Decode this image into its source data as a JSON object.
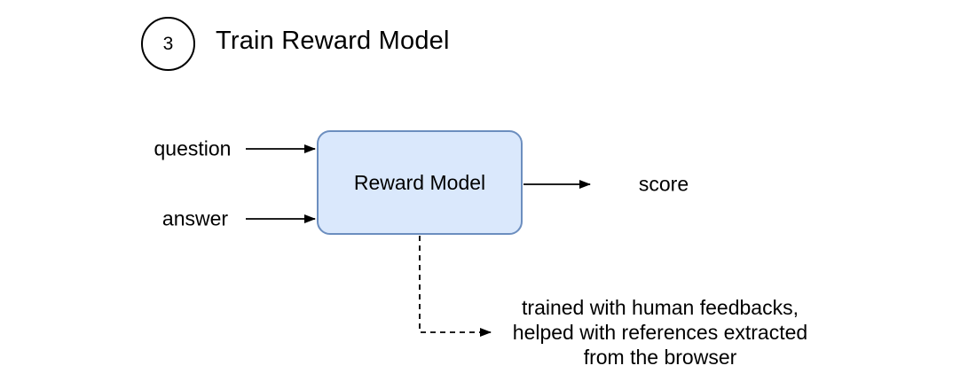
{
  "title": {
    "step_number": "3",
    "text": "Train Reward Model"
  },
  "diagram": {
    "inputs": [
      {
        "label": "question"
      },
      {
        "label": "answer"
      }
    ],
    "node": {
      "label": "Reward Model"
    },
    "output": {
      "label": "score"
    },
    "annotation": {
      "lines": [
        "trained with human feedbacks,",
        "helped with references extracted",
        "from the browser"
      ]
    }
  },
  "colors": {
    "box_fill": "#dae8fc",
    "box_border": "#6c8ebf",
    "stroke": "#000000",
    "text": "#000000",
    "background": "#ffffff"
  }
}
